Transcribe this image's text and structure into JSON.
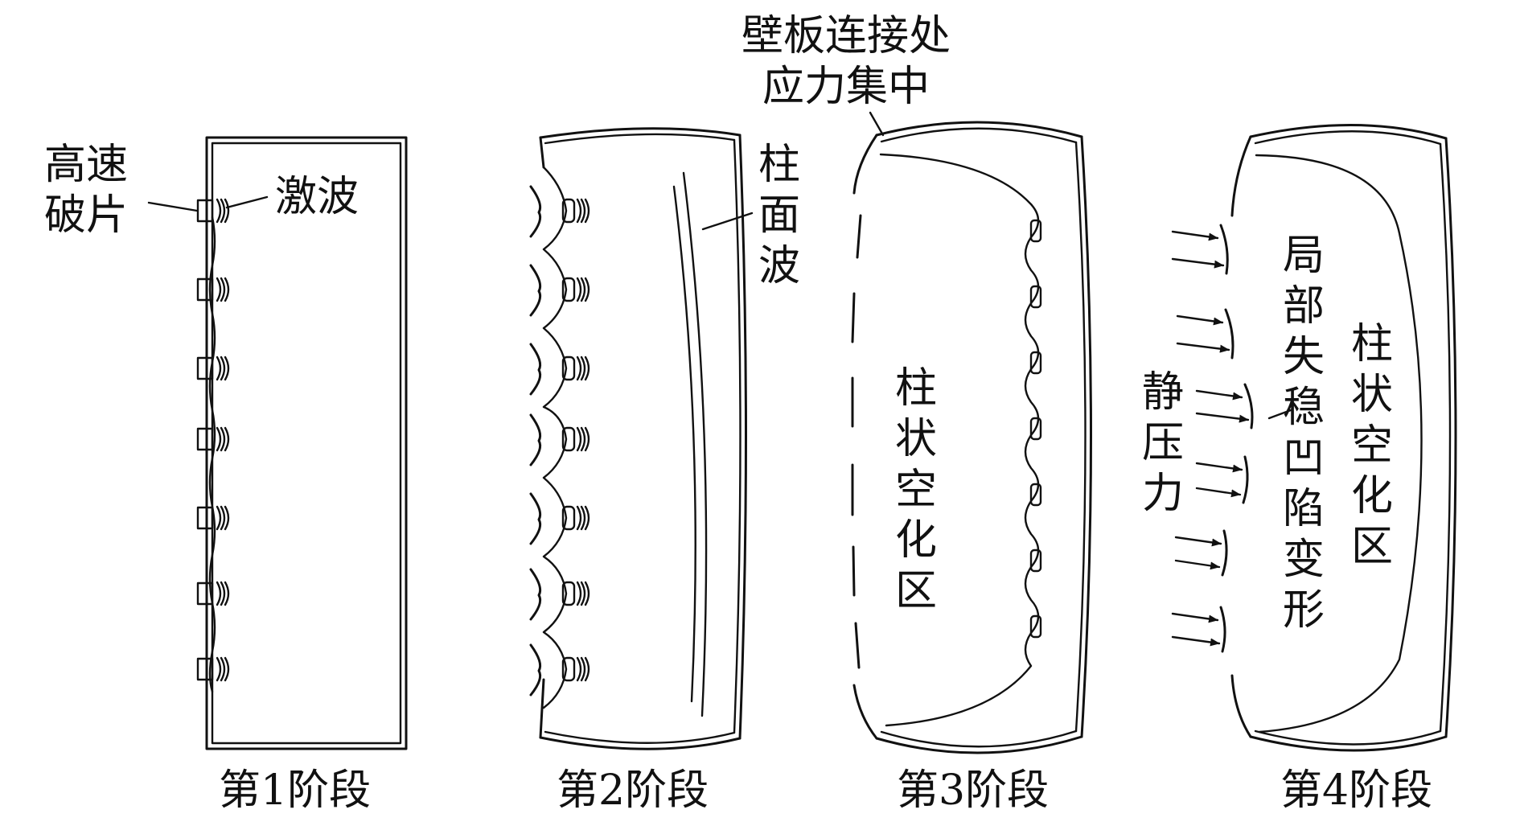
{
  "stages": [
    {
      "caption": "第1阶段",
      "labels": {
        "fragment": [
          "高速",
          "破片"
        ],
        "shock": "激波"
      }
    },
    {
      "caption": "第2阶段",
      "labels": {
        "cylindrical_wave": [
          "柱",
          "面",
          "波"
        ]
      }
    },
    {
      "caption": "第3阶段",
      "labels": {
        "stress": [
          "壁板连接处",
          "应力集中"
        ],
        "cavity": [
          "柱",
          "状",
          "空",
          "化",
          "区"
        ]
      }
    },
    {
      "caption": "第4阶段",
      "labels": {
        "static_pressure": [
          "静",
          "压",
          "力"
        ],
        "buckling": [
          "局",
          "部",
          "失",
          "稳",
          "凹",
          "陷",
          "变",
          "形"
        ],
        "cavity": [
          "柱",
          "状",
          "空",
          "化",
          "区"
        ]
      }
    }
  ]
}
